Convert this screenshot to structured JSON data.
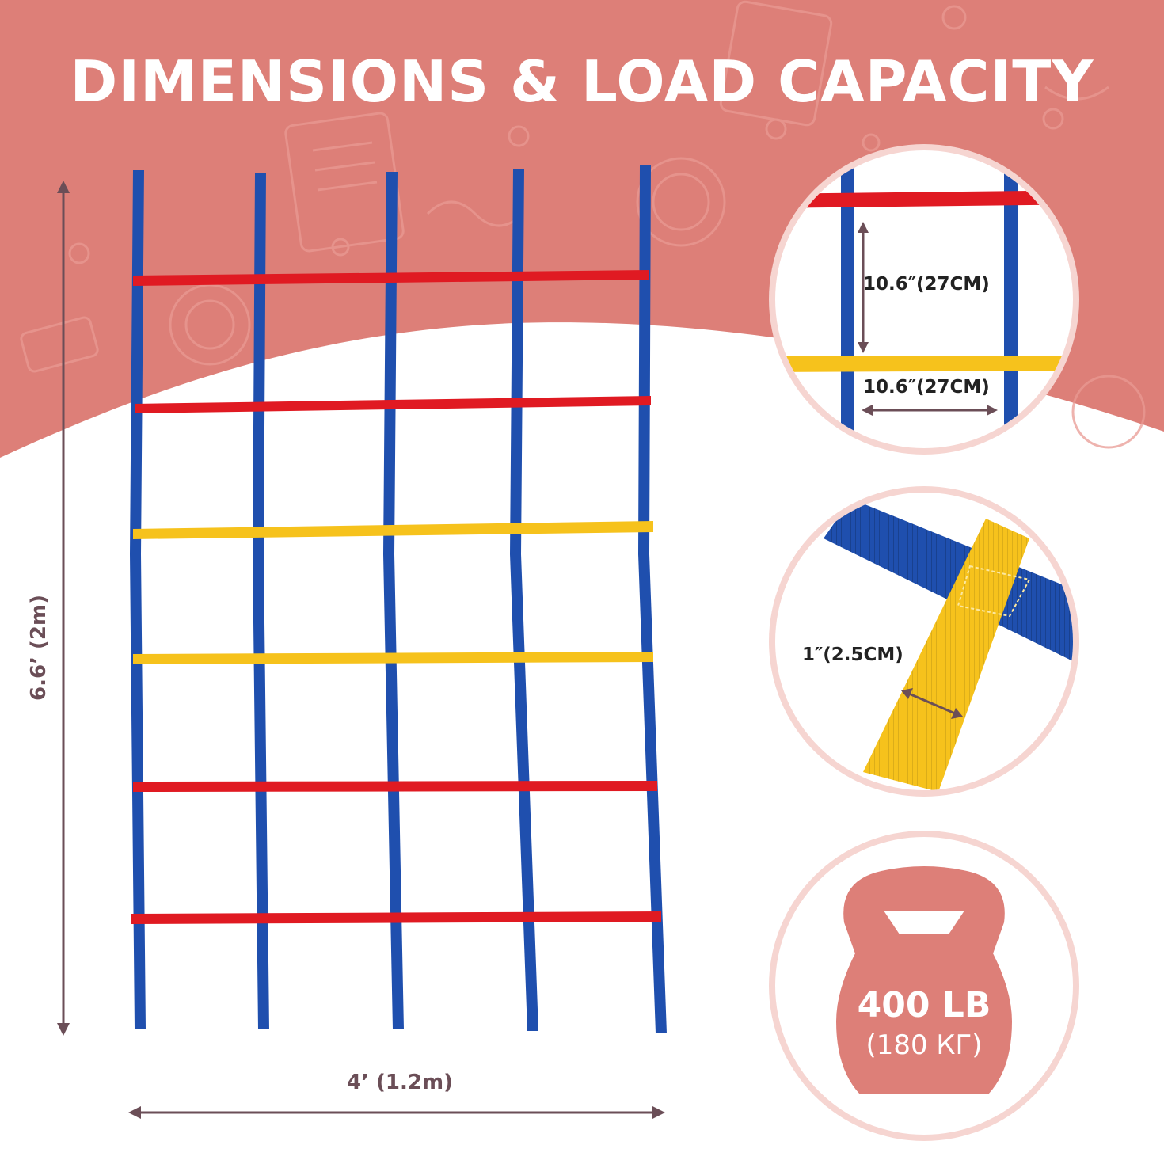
{
  "title": "DIMENSIONS & LOAD CAPACITY",
  "dimensions": {
    "height": "6.6’ (2m)",
    "width": "4’ (1.2m)"
  },
  "details": {
    "vertical_spacing": "10.6″(27CM)",
    "horizontal_spacing": "10.6″(27CM)",
    "strap_width": "1″(2.5CM)"
  },
  "load": {
    "value": "400 LB",
    "metric": "(180 КГ)",
    "icon": "kettlebell-icon"
  },
  "colors": {
    "background_pink": "#dd7f78",
    "accent_light_pink": "#f6d5d1",
    "rung_red": "#e01a22",
    "rung_yellow": "#f6c21c",
    "strap_blue": "#1f4fae",
    "arrow_mauve": "#6b4e57"
  },
  "net": {
    "columns": 5,
    "rungs": [
      "red",
      "red",
      "yellow",
      "yellow",
      "red",
      "red"
    ]
  }
}
